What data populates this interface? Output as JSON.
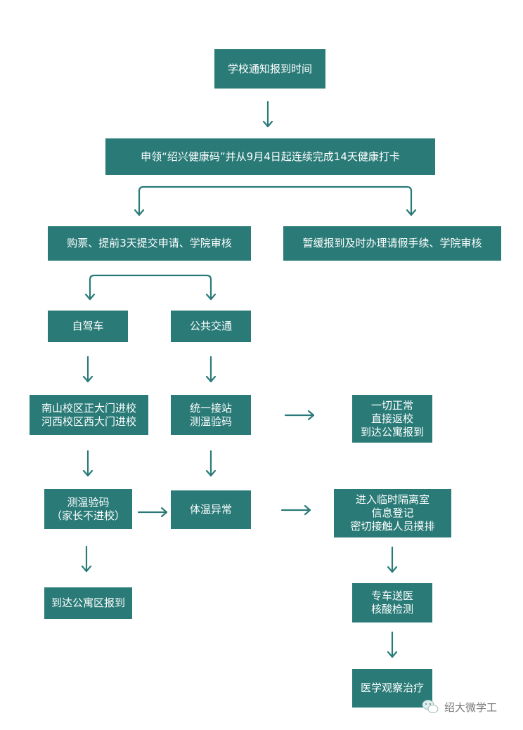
{
  "theme": {
    "box_color": "#2a7b78",
    "line_color": "#2a7b78",
    "text_color": "#ffffff"
  },
  "nodes": {
    "notify": "学校通知报到时间",
    "health_code": "申领“绍兴健康码”并从9月4日起连续完成14天健康打卡",
    "buy_ticket": "购票、提前3天提交申请、学院审核",
    "postpone": "暂缓报到及时办理请假手续、学院审核",
    "self_drive": "自驾车",
    "public_transit": "公共交通",
    "campus_gates": "南山校区正大门进校\n河西校区西大门进校",
    "station_check": "统一接站\n测温验码",
    "all_normal": "一切正常\n直接返校\n到达公寓报到",
    "temp_check": "测温验码\n（家长不进校）",
    "abnormal_temp": "体温异常",
    "isolation": "进入临时隔离室\n信息登记\n密切接触人员摸排",
    "arrive_dorm": "到达公寓区报到",
    "hospital": "专车送医\n核酸检测",
    "treatment": "医学观察治疗"
  },
  "watermark": {
    "icon": "wechat-icon",
    "text": "绍大微学工"
  }
}
